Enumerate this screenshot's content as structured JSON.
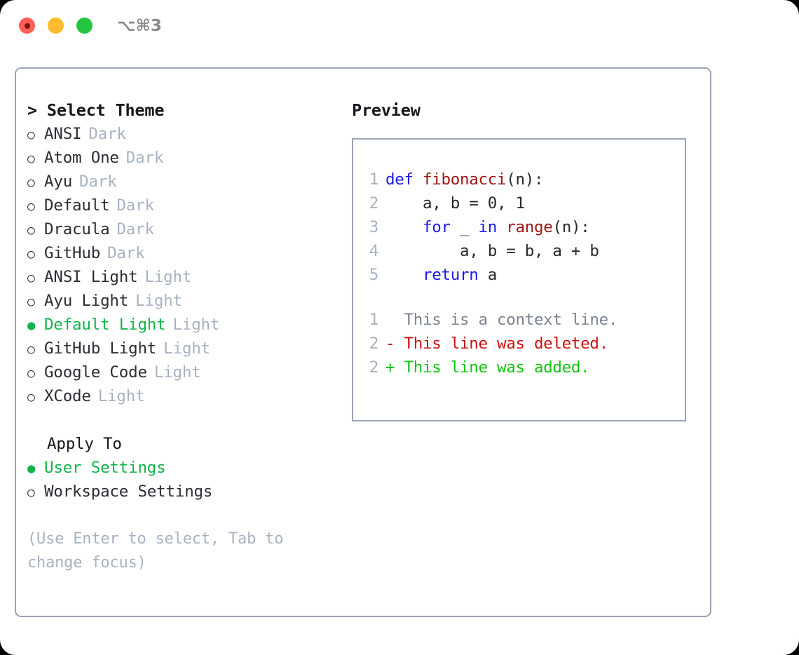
{
  "titlebar": {
    "shortcut": "⌥⌘3",
    "buttons": [
      "close",
      "minimize",
      "maximize"
    ]
  },
  "theme_picker": {
    "header": "> Select Theme",
    "marker_unselected": "○",
    "marker_selected": "●",
    "items": [
      {
        "name": "ANSI",
        "variant": "Dark",
        "selected": false
      },
      {
        "name": "Atom One",
        "variant": "Dark",
        "selected": false
      },
      {
        "name": "Ayu",
        "variant": "Dark",
        "selected": false
      },
      {
        "name": "Default",
        "variant": "Dark",
        "selected": false
      },
      {
        "name": "Dracula",
        "variant": "Dark",
        "selected": false
      },
      {
        "name": "GitHub",
        "variant": "Dark",
        "selected": false
      },
      {
        "name": "ANSI Light",
        "variant": "Light",
        "selected": false
      },
      {
        "name": "Ayu Light",
        "variant": "Light",
        "selected": false
      },
      {
        "name": "Default Light",
        "variant": "Light",
        "selected": true
      },
      {
        "name": "GitHub Light",
        "variant": "Light",
        "selected": false
      },
      {
        "name": "Google Code",
        "variant": "Light",
        "selected": false
      },
      {
        "name": "XCode",
        "variant": "Light",
        "selected": false
      }
    ]
  },
  "apply_to": {
    "header": "Apply To",
    "items": [
      {
        "name": "User Settings",
        "selected": true
      },
      {
        "name": "Workspace Settings",
        "selected": false
      }
    ]
  },
  "hint": "(Use Enter to select, Tab to change focus)",
  "preview": {
    "title": "Preview",
    "code": [
      {
        "lineno": "1",
        "tokens": [
          {
            "t": "def ",
            "c": "kw"
          },
          {
            "t": "fibonacci",
            "c": "fn"
          },
          {
            "t": "(n):",
            "c": "plain"
          }
        ]
      },
      {
        "lineno": "2",
        "tokens": [
          {
            "t": "    a, b = 0, 1",
            "c": "plain"
          }
        ]
      },
      {
        "lineno": "3",
        "tokens": [
          {
            "t": "    ",
            "c": "plain"
          },
          {
            "t": "for",
            "c": "kw"
          },
          {
            "t": " _ ",
            "c": "plain"
          },
          {
            "t": "in",
            "c": "kw"
          },
          {
            "t": " ",
            "c": "plain"
          },
          {
            "t": "range",
            "c": "fn"
          },
          {
            "t": "(n):",
            "c": "plain"
          }
        ]
      },
      {
        "lineno": "4",
        "tokens": [
          {
            "t": "        a, b = b, a + b",
            "c": "plain"
          }
        ]
      },
      {
        "lineno": "5",
        "tokens": [
          {
            "t": "    ",
            "c": "plain"
          },
          {
            "t": "return",
            "c": "kw"
          },
          {
            "t": " a",
            "c": "plain"
          }
        ]
      }
    ],
    "diff": [
      {
        "lineno": "1",
        "text": "  This is a context line.",
        "kind": "context"
      },
      {
        "lineno": "2",
        "text": "- This line was deleted.",
        "kind": "deleted"
      },
      {
        "lineno": "2",
        "text": "+ This line was added.",
        "kind": "added"
      }
    ]
  },
  "colors": {
    "selection_green": "#12B348",
    "keyword_blue": "#1a1aee",
    "function_red": "#9e1616",
    "diff_deleted": "#cc1111",
    "diff_added": "#11c411",
    "muted_gray": "#a8b2c1",
    "border": "#9aa5b4"
  }
}
